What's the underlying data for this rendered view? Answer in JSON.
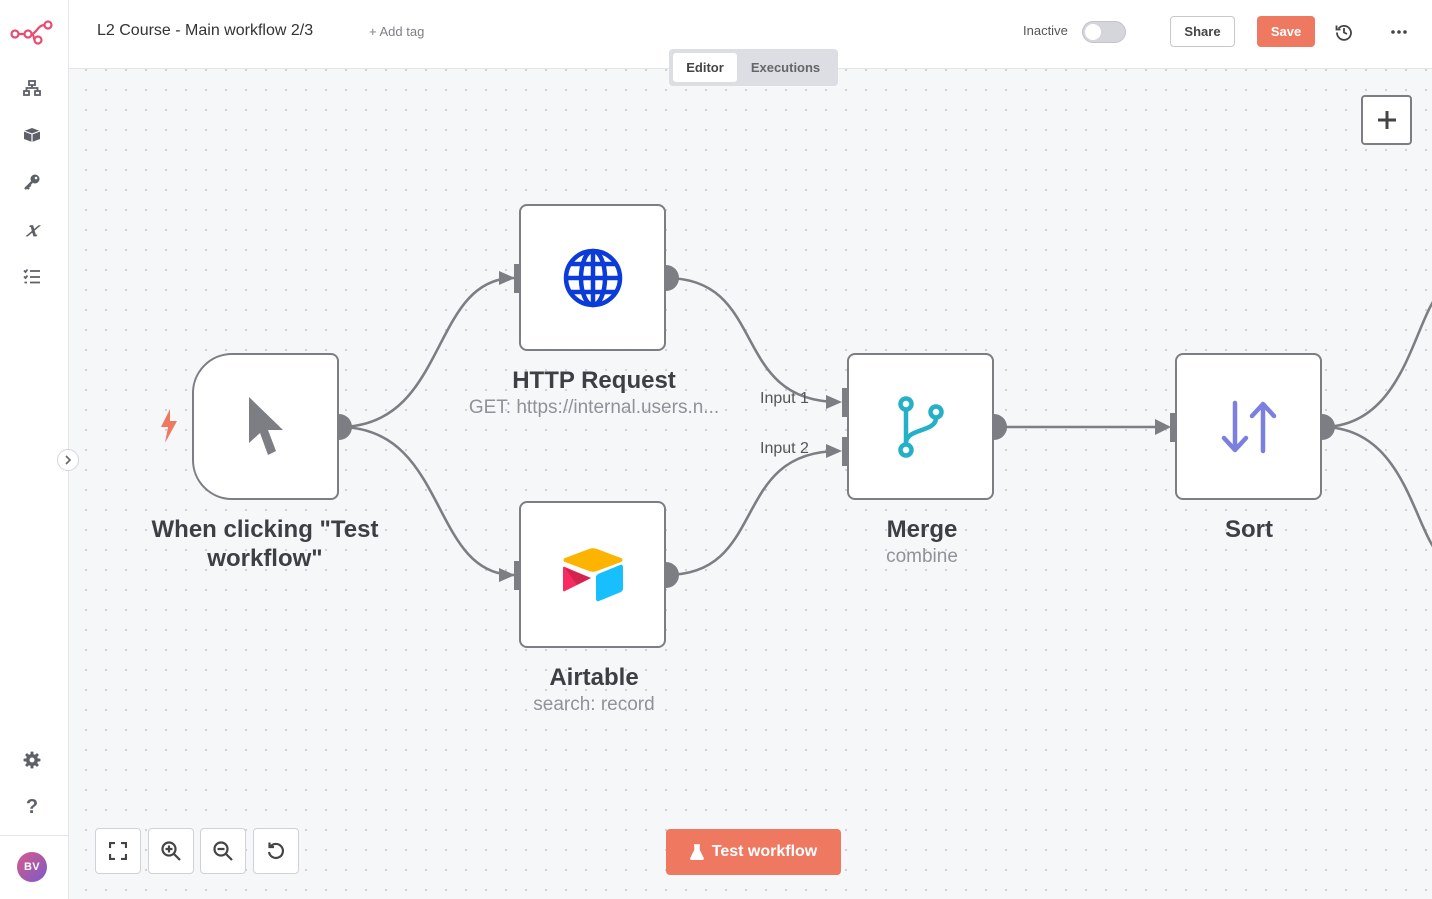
{
  "app": {
    "brand_color": "#ea4b71",
    "accent_color": "#ef7861"
  },
  "sidebar": {
    "items": [
      {
        "name": "workflows",
        "icon": "network-icon"
      },
      {
        "name": "templates",
        "icon": "box-icon"
      },
      {
        "name": "credentials",
        "icon": "key-icon"
      },
      {
        "name": "variables",
        "icon": "variable-x-icon"
      },
      {
        "name": "executions",
        "icon": "list-check-icon"
      }
    ],
    "bottom": [
      {
        "name": "settings",
        "icon": "gear-icon"
      },
      {
        "name": "help",
        "icon": "question-icon"
      }
    ],
    "avatar_initials": "BV"
  },
  "header": {
    "title": "L2 Course - Main workflow 2/3",
    "add_tag": "+ Add tag",
    "active_label": "Inactive",
    "active": false,
    "share_label": "Share",
    "save_label": "Save"
  },
  "tabs": {
    "editor": "Editor",
    "executions": "Executions",
    "selected": "editor"
  },
  "nodes": {
    "trigger": {
      "title": "When clicking \"Test workflow\"",
      "icon": "cursor-icon"
    },
    "http": {
      "title": "HTTP Request",
      "subtitle": "GET: https://internal.users.n...",
      "icon": "globe-icon"
    },
    "airtable": {
      "title": "Airtable",
      "subtitle": "search: record",
      "icon": "airtable-icon"
    },
    "merge": {
      "title": "Merge",
      "subtitle": "combine",
      "icon": "merge-icon",
      "input1": "Input 1",
      "input2": "Input 2"
    },
    "sort": {
      "title": "Sort",
      "icon": "sort-icon"
    }
  },
  "canvas_controls": {
    "test_label": "Test workflow"
  }
}
